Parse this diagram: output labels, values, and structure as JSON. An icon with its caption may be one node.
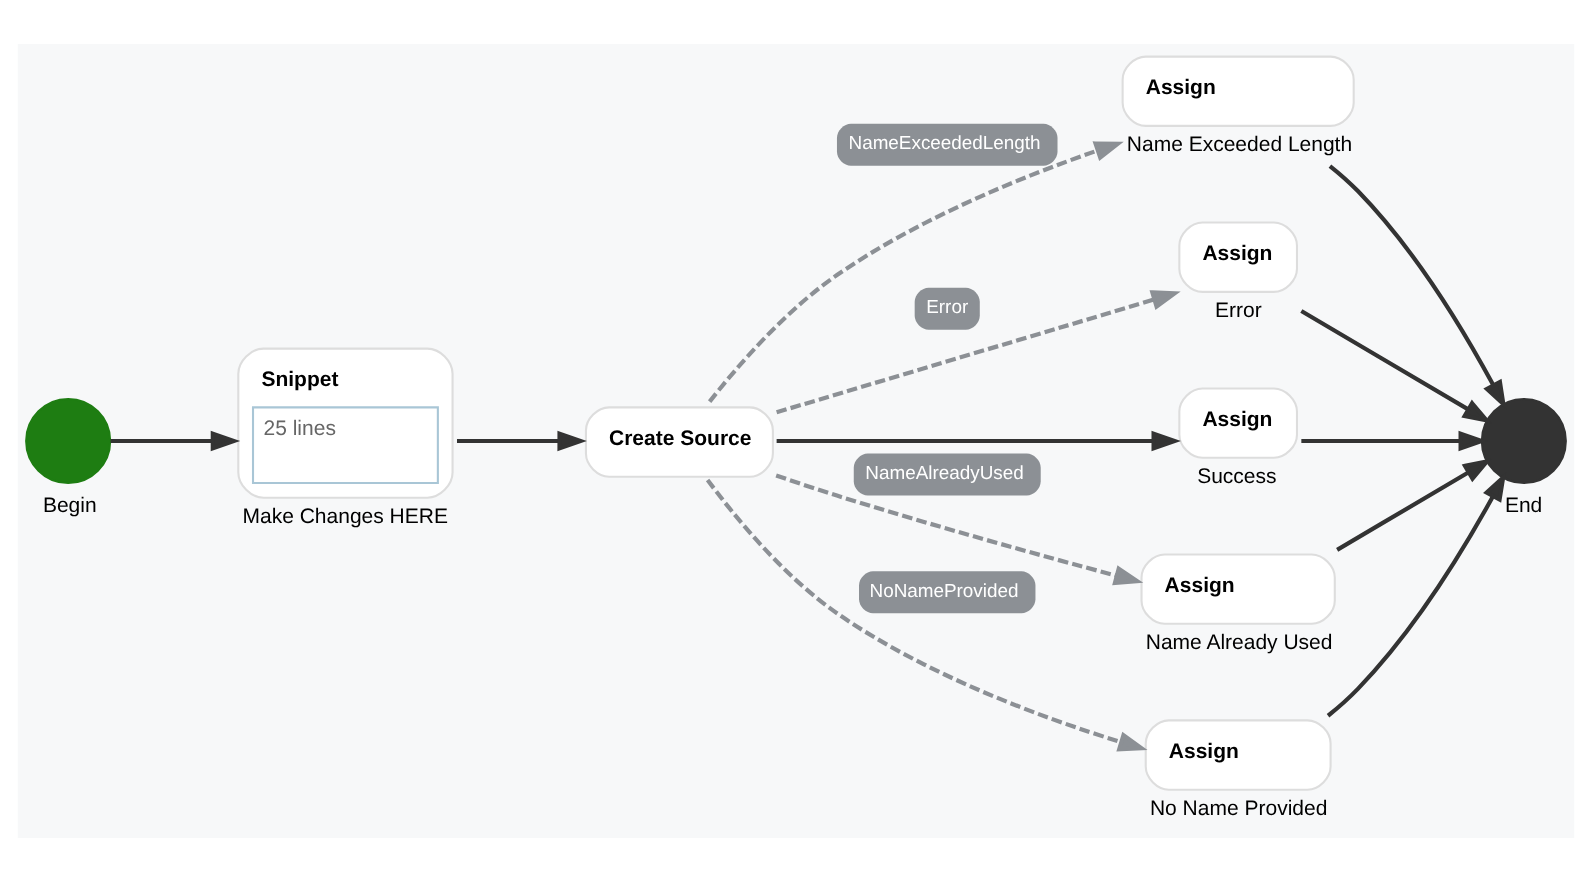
{
  "diagram": {
    "nodes": [
      {
        "text": [],
        "shape": "circle",
        "beside": [
          "Begin"
        ]
      },
      {
        "text": [
          "Snippet",
          "25 lines"
        ],
        "beside": [
          "Make Changes HERE"
        ]
      },
      {
        "text": [
          "Create Source"
        ]
      },
      {
        "text": [
          "Assign"
        ],
        "beside": [
          "Name Exceeded Length"
        ]
      },
      {
        "text": [
          "Assign"
        ],
        "beside": [
          "Error"
        ]
      },
      {
        "text": [
          "Assign"
        ],
        "beside": [
          "Success"
        ]
      },
      {
        "text": [
          "Assign"
        ],
        "beside": [
          "Name Already Used"
        ]
      },
      {
        "text": [
          "Assign"
        ],
        "beside": [
          "No Name Provided"
        ]
      },
      {
        "text": [],
        "shape": "circle",
        "beside": [
          "End"
        ]
      }
    ],
    "edges": [
      {
        "from": 0,
        "to": 1,
        "arrow": "to"
      },
      {
        "from": 1,
        "to": 2,
        "arrow": "to"
      },
      {
        "from": 2,
        "to": 3,
        "arrow": "to",
        "label": "NameExceededLength",
        "style": "dashed",
        "color": "#8c9095"
      },
      {
        "from": 2,
        "to": 4,
        "arrow": "to",
        "label": "Error",
        "style": "dashed",
        "color": "#8c9095"
      },
      {
        "from": 2,
        "to": 5,
        "arrow": "to"
      },
      {
        "from": 2,
        "to": 6,
        "arrow": "to",
        "label": "NameAlreadyUsed",
        "style": "dashed",
        "color": "#8c9095"
      },
      {
        "from": 2,
        "to": 7,
        "arrow": "to",
        "label": "NoNameProvided",
        "style": "dashed",
        "color": "#8c9095"
      },
      {
        "from": 3,
        "to": 8,
        "arrow": "to"
      },
      {
        "from": 4,
        "to": 8,
        "arrow": "to"
      },
      {
        "from": 5,
        "to": 8,
        "arrow": "to"
      },
      {
        "from": 6,
        "to": 8,
        "arrow": "to"
      },
      {
        "from": 7,
        "to": 8,
        "arrow": "to"
      }
    ]
  }
}
